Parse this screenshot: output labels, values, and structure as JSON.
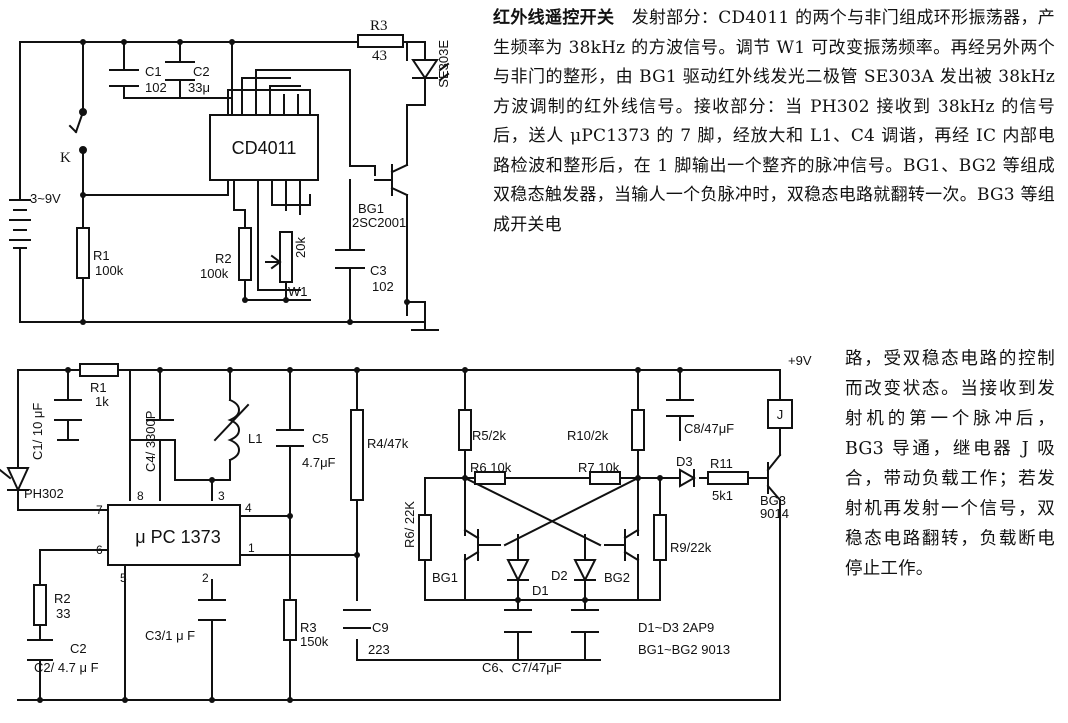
{
  "description": {
    "title": "红外线遥控开关",
    "part1": "发射部分：CD4011 的两个与非门组成环形振荡器，产生频率为 38kHz 的方波信号。调节 W1 可改变振荡频率。再经另外两个与非门的整形，由 BG1 驱动红外线发光二极管 SE303A 发出被 38kHz 方波调制的红外线信号。接收部分：当 PH302 接收到 38kHz 的信号后，送人 μPC1373 的 7 脚，经放大和 L1、C4 调谐，再经 IC 内部电路检波和整形后，在 1 脚输出一个整齐的脉冲信号。BG1、BG2 等组成双稳态触发器，当输人一个负脉冲时，双稳态电路就翻转一次。BG3 等组成开关电",
    "part2": "路，受双稳态电路的控制而改变状态。当接收到发射机的第一个脉冲后，BG3 导通，继电器 J 吸合，带动负载工作；若发射机再发射一个信号，双稳态电路翻转，负载断电停止工作。"
  },
  "transmitter": {
    "r3": "R3",
    "r3_value": "43",
    "c1": "C1",
    "c1_value": "102",
    "c2": "C2",
    "c2_value": "33μ",
    "led": "SE303E",
    "switch": "K",
    "battery": "3~9V",
    "ic": "CD4011",
    "bg1": "BG1",
    "bg1_model": "2SC2001",
    "r1": "R1",
    "r1_value": "100k",
    "r2": "R2",
    "r2_value": "100k",
    "pot_value": "20k",
    "pot": "W1",
    "c3": "C3",
    "c3_value": "102"
  },
  "receiver": {
    "supply": "+9V",
    "r1": "R1",
    "r1_value": "1k",
    "c1": "C1/ 10 μF",
    "c4": "C4/ 3300P",
    "l1": "L1",
    "c5": "C5",
    "c5_value": "4.7μF",
    "r4": "R4/47k",
    "r5": "R5/2k",
    "r10": "R10/2k",
    "c8": "C8/47μF",
    "relay": "J",
    "r6": "R6 10k",
    "r7": "R7 10k",
    "d3": "D3",
    "r11": "R11",
    "r11_value": "5k1",
    "bg3": "BG3",
    "bg3_model": "9014",
    "sensor": "PH302",
    "ic": "μ PC 1373",
    "pin7": "7",
    "pin8": "8",
    "pin3": "3",
    "pin4": "4",
    "pin6": "6",
    "pin1": "1",
    "pin5": "5",
    "pin2": "2",
    "r6b": "R6/ 22K",
    "r9": "R9/22k",
    "bg1": "BG1",
    "bg2": "BG2",
    "d1": "D1",
    "d2": "D2",
    "r2": "R2",
    "r2_value": "33",
    "c2": "C2",
    "c2_label": "C2/ 4.7 μ F",
    "c3": "C3/1 μ F",
    "r3": "R3",
    "r3_value": "150k",
    "c9": "C9",
    "c9_value": "223",
    "diodes_note": "D1~D3  2AP9",
    "bg_note": "BG1~BG2    9013",
    "c67": "C6、C7/47μF"
  }
}
